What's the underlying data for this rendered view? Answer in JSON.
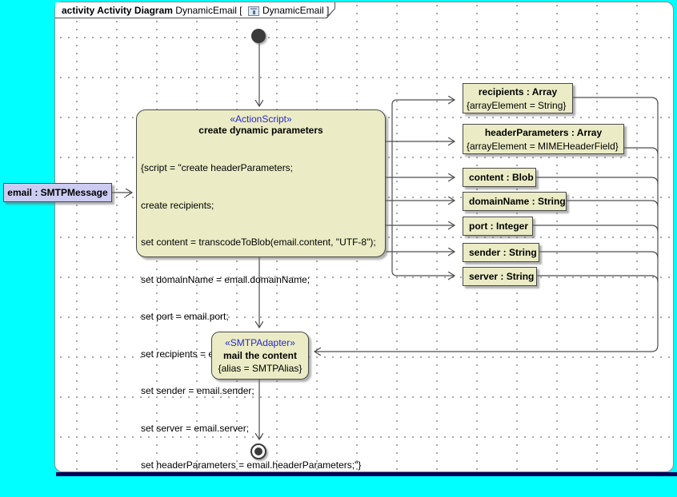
{
  "frame": {
    "kind_label": "activity Activity Diagram",
    "diagram_name": " DynamicEmail [ ",
    "context_name": "DynamicEmail ]",
    "icon": "activity-diagram-icon"
  },
  "nodes": {
    "initial": {
      "type": "initial-node"
    },
    "action": {
      "stereotype": "«ActionScript»",
      "name": "create dynamic parameters",
      "script_lines": [
        "{script = \"create headerParameters;",
        "create recipients;",
        "set content = transcodeToBlob(email.content, \"UTF-8\");",
        "set domainName = email.domainName;",
        "set port = email.port;",
        "set recipients = email.recipients;",
        "set sender = email.sender;",
        "set server = email.server;",
        "set headerParameters = email.headerParameters;\"}"
      ]
    },
    "email_input": {
      "label": "email : SMTPMessage"
    },
    "outputs": [
      {
        "name": "recipients : Array",
        "tag": "{arrayElement = String}"
      },
      {
        "name": "headerParameters : Array",
        "tag": "{arrayElement = MIMEHeaderField}"
      },
      {
        "name": "content : Blob"
      },
      {
        "name": "domainName : String"
      },
      {
        "name": "port : Integer"
      },
      {
        "name": "sender : String"
      },
      {
        "name": "server : String"
      }
    ],
    "adapter": {
      "stereotype": "«SMTPAdapter»",
      "name": "mail the content",
      "tag": "{alias = SMTPAlias}"
    },
    "final": {
      "type": "activity-final-node"
    }
  },
  "colors": {
    "desktop": "#00ffff",
    "nodefill": "#ebecc5",
    "nodeborder": "#4a4a4a",
    "emailfill": "#ccccf2",
    "stereo": "#2929cc",
    "edge": "#4d4d4d",
    "grid": "#a6a6a6",
    "bottombar": "#000059"
  }
}
